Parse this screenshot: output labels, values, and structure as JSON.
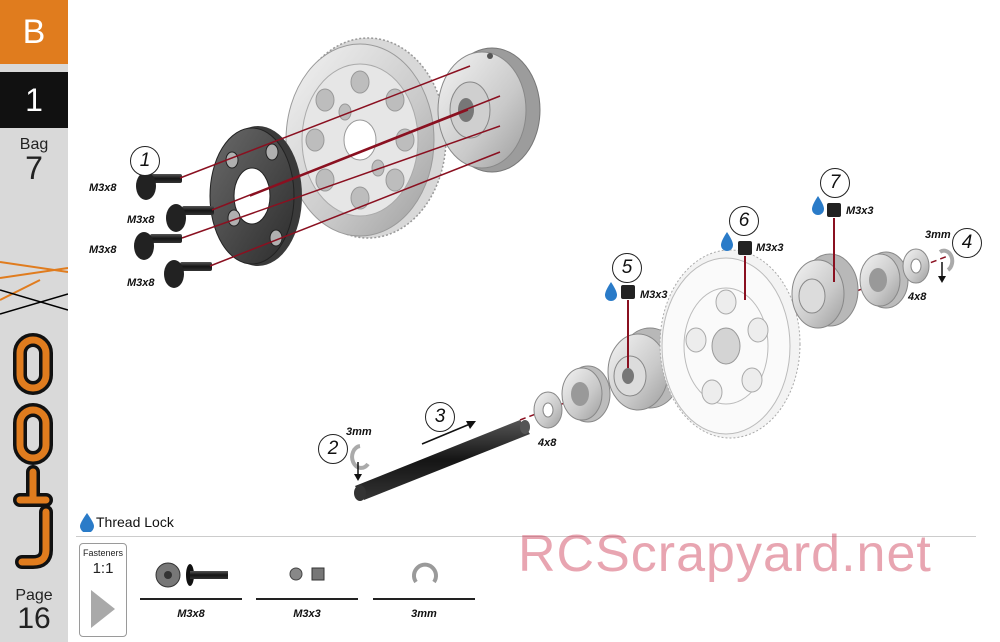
{
  "sidebar": {
    "section": "B",
    "step": "1",
    "bag_label": "Bag",
    "bag_number": "7",
    "page_label": "Page",
    "page_number": "16"
  },
  "colors": {
    "section_orange": "#e07c1e",
    "step_black": "#111111",
    "guide_line": "#8a1020",
    "thread_lock_blue": "#2a7bc8",
    "watermark": "#c82846"
  },
  "callouts": [
    "1",
    "2",
    "3",
    "4",
    "5",
    "6",
    "7"
  ],
  "part_labels": {
    "screw_a": "M3x8",
    "screw_b": "M3x8",
    "screw_c": "M3x8",
    "screw_d": "M3x8",
    "set_screw_5": "M3x3",
    "set_screw_6": "M3x3",
    "set_screw_7": "M3x3",
    "eclip_left": "3mm",
    "eclip_right": "3mm",
    "bearing_left": "4x8",
    "bearing_right": "4x8"
  },
  "legend": {
    "thread_lock": "Thread Lock",
    "icon": "water-drop-icon"
  },
  "fasteners": {
    "title": "Fasteners",
    "scale": "1:1",
    "items": [
      {
        "label": "M3x8",
        "icon": "flat-head-screw-icon"
      },
      {
        "label": "M3x3",
        "icon": "set-screw-icon"
      },
      {
        "label": "3mm",
        "icon": "e-clip-icon"
      }
    ]
  },
  "watermark": "RCScrapyard.net"
}
